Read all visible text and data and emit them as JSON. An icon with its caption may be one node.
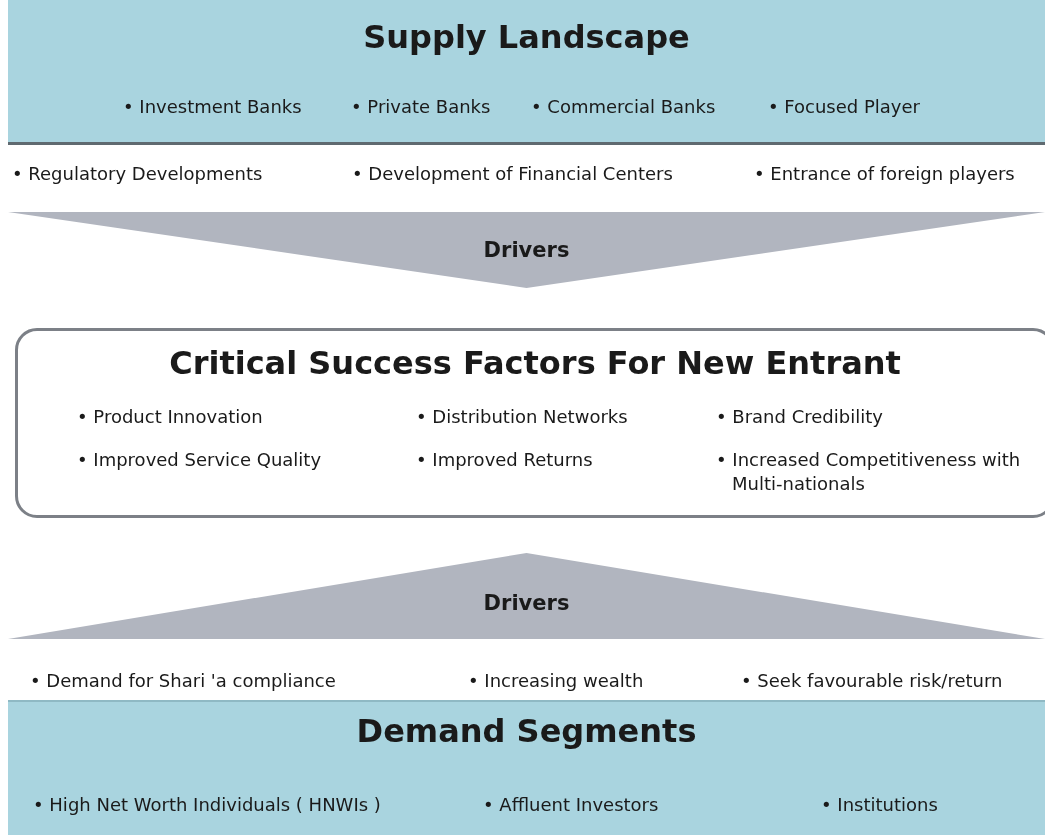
{
  "diagram": {
    "nodes": [
      {
        "text": [
          "Supply Landscape",
          "• Investment Banks",
          "• Private Banks",
          "• Commercial Banks",
          "• Focused Player"
        ]
      },
      {
        "text": [
          "Drivers"
        ]
      },
      {
        "text": [
          "Critical Success Factors For New Entrant",
          "• Product Innovation",
          "• Distribution Networks",
          "• Brand Credibility",
          "• Improved Service Quality",
          "• Improved Returns",
          "• Increased Competitiveness with Multi-nationals"
        ]
      },
      {
        "text": [
          "Drivers"
        ]
      },
      {
        "text": [
          "Demand Segments",
          "• High Net Worth Individuals ( HNWIs )",
          "• Affluent Investors",
          "• Institutions"
        ]
      }
    ],
    "labels": [
      "• Regulatory Developments",
      "• Development of Financial Centers",
      "• Entrance of foreign players",
      "• Demand for Shari 'a compliance",
      "• Increasing wealth",
      "• Seek favourable risk/return"
    ]
  }
}
